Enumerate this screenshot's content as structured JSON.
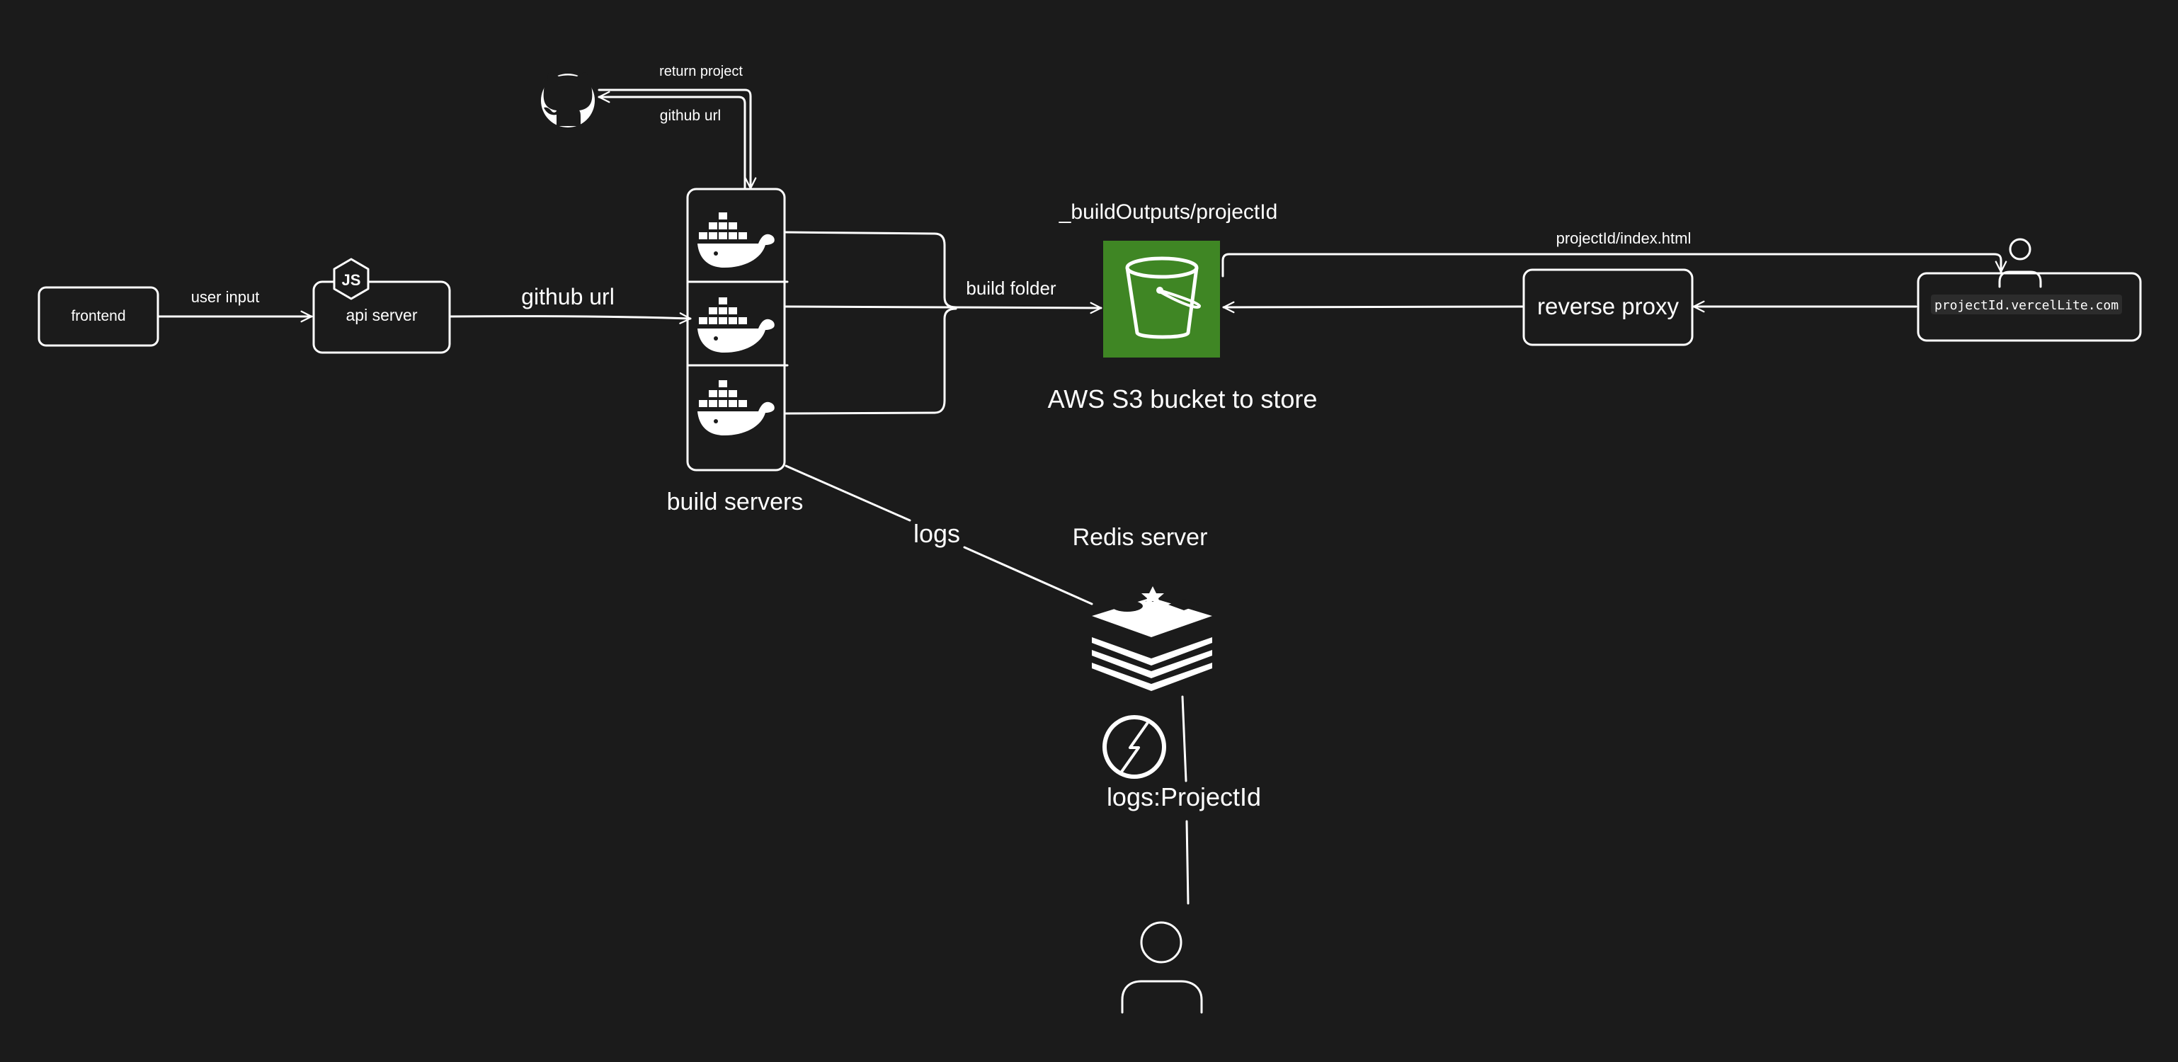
{
  "nodes": {
    "frontend": "frontend",
    "api_server": "api server",
    "build_servers": "build servers",
    "s3_caption": "AWS S3 bucket to store",
    "s3_path": "_buildOutputs/projectId",
    "reverse_proxy": "reverse proxy",
    "user_domain": "projectId.vercelLite.com",
    "redis_server": "Redis server"
  },
  "edges": {
    "user_input": "user input",
    "github_url_main": "github url",
    "return_project": "return project",
    "github_url_small": "github url",
    "build_folder": "build folder",
    "project_index": "projectId/index.html",
    "logs": "logs",
    "logs_project": "logs:ProjectId"
  },
  "icons": {
    "github": "github-icon",
    "nodejs": "nodejs-icon",
    "docker": "docker-icon",
    "s3": "s3-bucket-icon",
    "redis": "redis-icon",
    "socketio": "socketio-icon",
    "user": "user-icon"
  },
  "colors": {
    "background": "#1b1b1b",
    "stroke": "#ffffff",
    "s3_green": "#3f8624"
  }
}
